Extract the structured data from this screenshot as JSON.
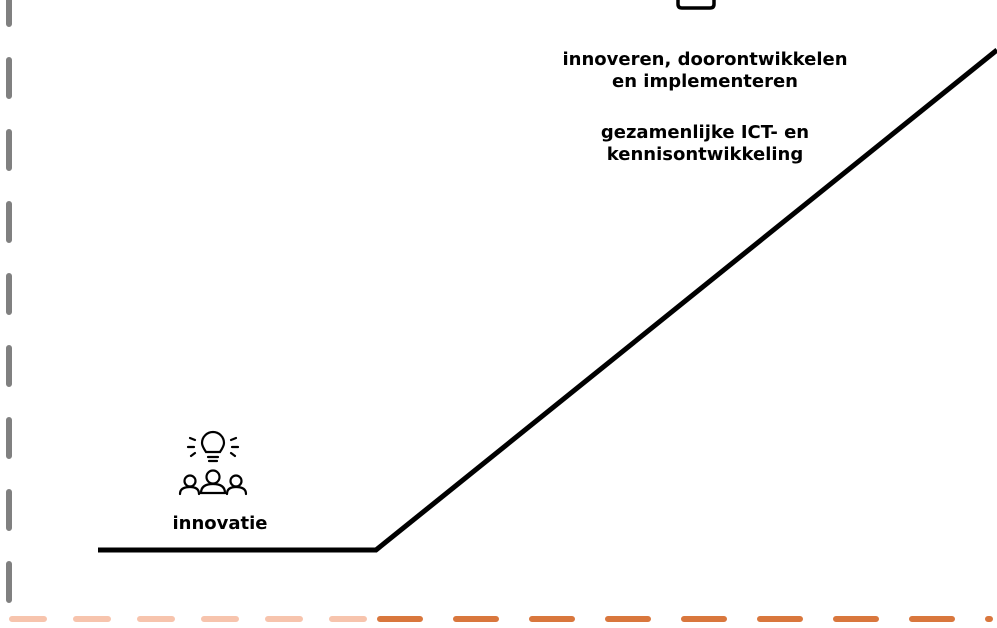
{
  "labels": {
    "top_activity_line1": "innoveren, doorontwikkelen",
    "top_activity_line2": "en implementeren",
    "top_collab_line1": "gezamenlijke ICT- en",
    "top_collab_line2": "kennisontwikkeling",
    "innovation": "innovatie"
  },
  "icons": {
    "top": "document-icon",
    "innovation": "lightbulb-people-icon"
  },
  "colors": {
    "line": "#000000",
    "vertical_axis": "#808080",
    "baseline_light": "#f7c4ad",
    "baseline_dark": "#d9773d"
  }
}
